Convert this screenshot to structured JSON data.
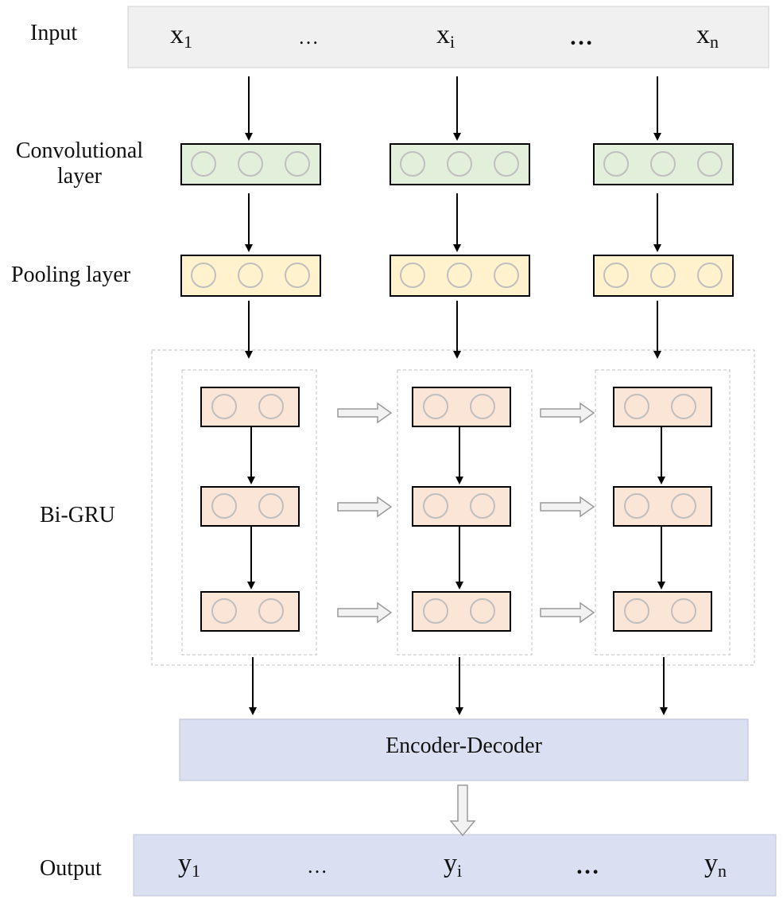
{
  "labels": {
    "input": "Input",
    "conv": "Convolutional\nlayer",
    "pool": "Pooling layer",
    "bigru": "Bi-GRU",
    "output": "Output",
    "encoder": "Encoder-Decoder"
  },
  "input_tokens": [
    {
      "base": "x",
      "sub": "1"
    },
    {
      "base": "x",
      "sub": "i"
    },
    {
      "base": "x",
      "sub": "n"
    }
  ],
  "output_tokens": [
    {
      "base": "y",
      "sub": "1"
    },
    {
      "base": "y",
      "sub": "i"
    },
    {
      "base": "y",
      "sub": "n"
    }
  ],
  "ellipsis": "…",
  "colors": {
    "io_bar": "#f0f0f0",
    "conv_fill": "#e2efda",
    "pool_fill": "#fff2cc",
    "gru_fill": "#fbe5d6",
    "encoder_fill": "#dae0f2",
    "output_bar": "#dae0f2",
    "node_stroke": "#bfbfbf",
    "dashed": "#bfbfbf"
  }
}
